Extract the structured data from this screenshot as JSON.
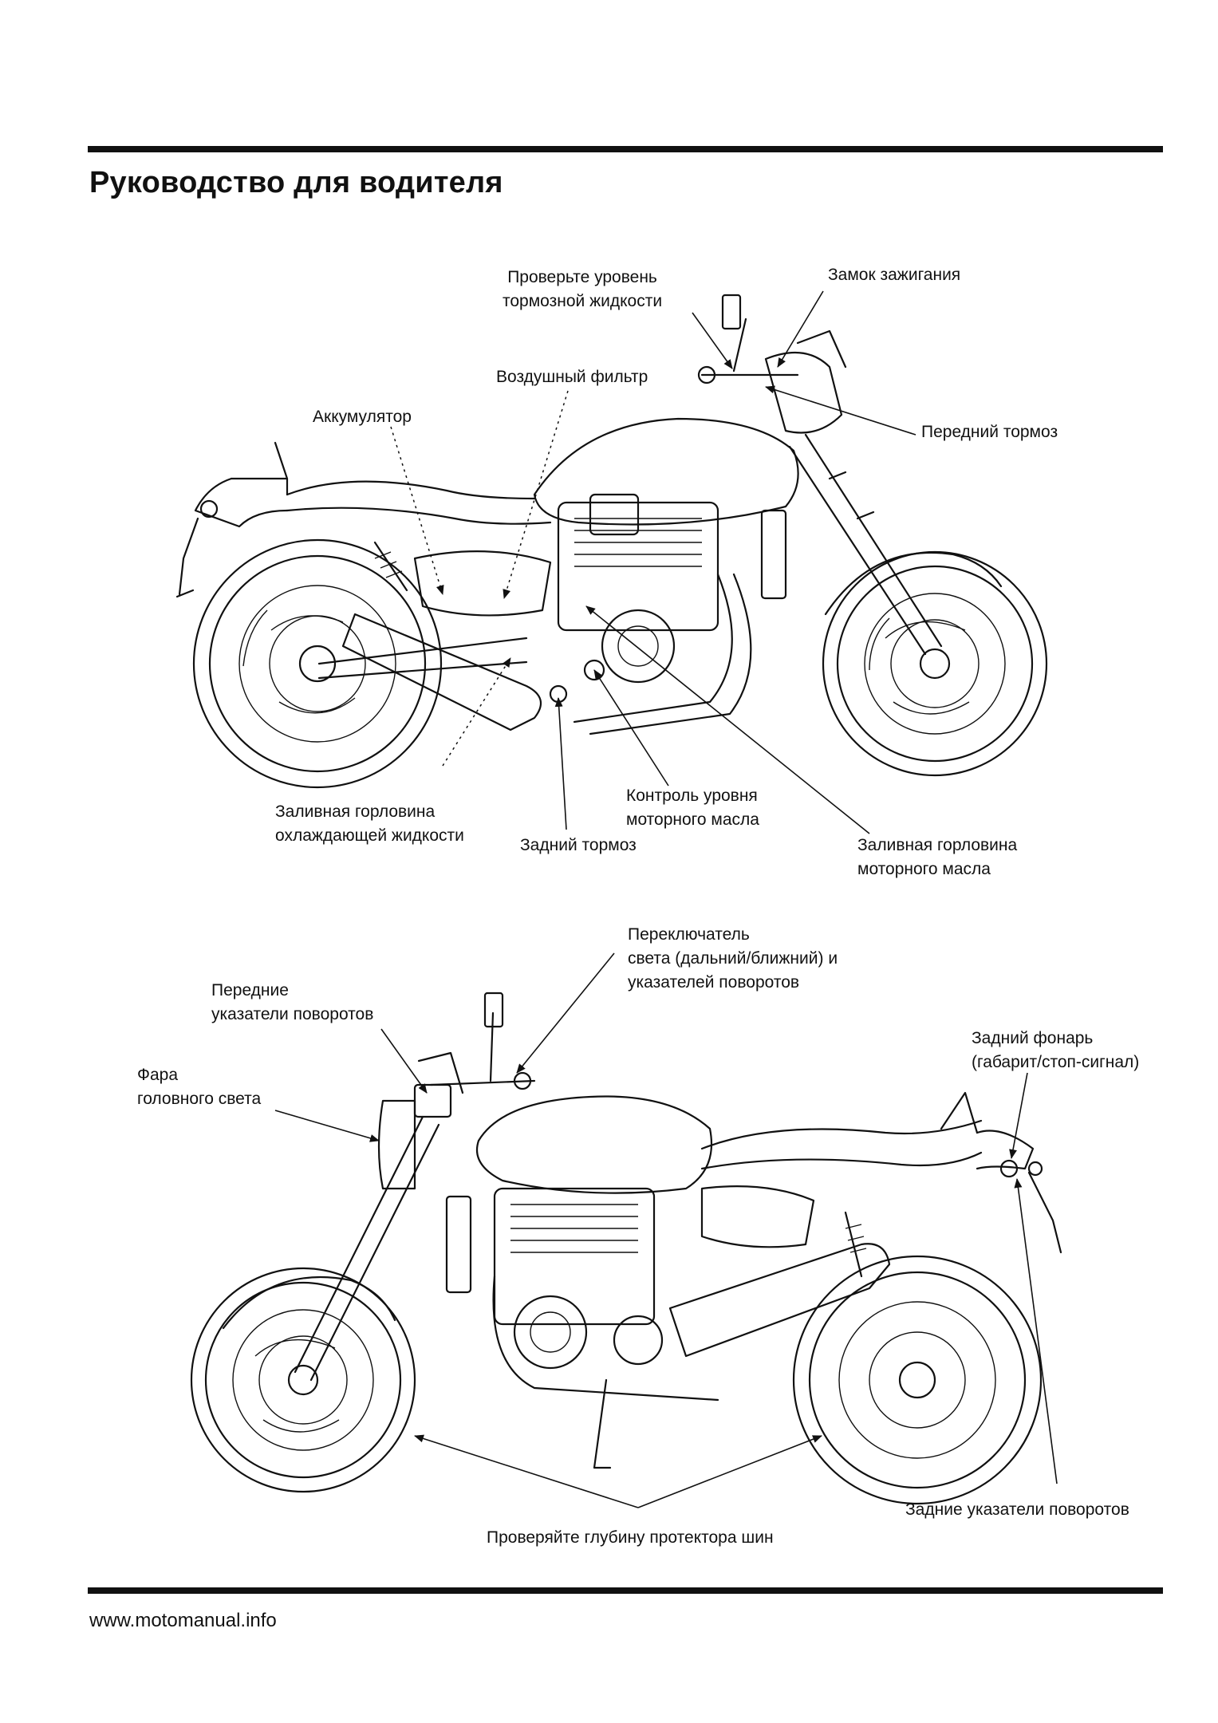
{
  "page": {
    "title": "Руководство для водителя",
    "footer_url": "www.motomanual.info"
  },
  "top_diagram": {
    "labels": {
      "brake_fluid": "Проверьте уровень\nтормозной жидкости",
      "ignition": "Замок зажигания",
      "air_filter": "Воздушный фильтр",
      "battery": "Аккумулятор",
      "front_brake": "Передний тормоз",
      "coolant_filler": "Заливная горловина\nохлаждающей жидкости",
      "oil_level": "Контроль уровня\nмоторного масла",
      "rear_brake": "Задний тормоз",
      "oil_filler": "Заливная горловина\nмоторного масла"
    }
  },
  "bottom_diagram": {
    "labels": {
      "switch": "Переключатель\nсвета (дальний/ближний) и\nуказателей поворотов",
      "front_turn_signals": "Передние\nуказатели поворотов",
      "headlight": "Фара\nголовного света",
      "tail_light": "Задний фонарь\n(габарит/стоп-сигнал)",
      "rear_turn_signals": "Задние указатели поворотов",
      "tread_depth": "Проверяйте глубину протектора шин"
    }
  }
}
